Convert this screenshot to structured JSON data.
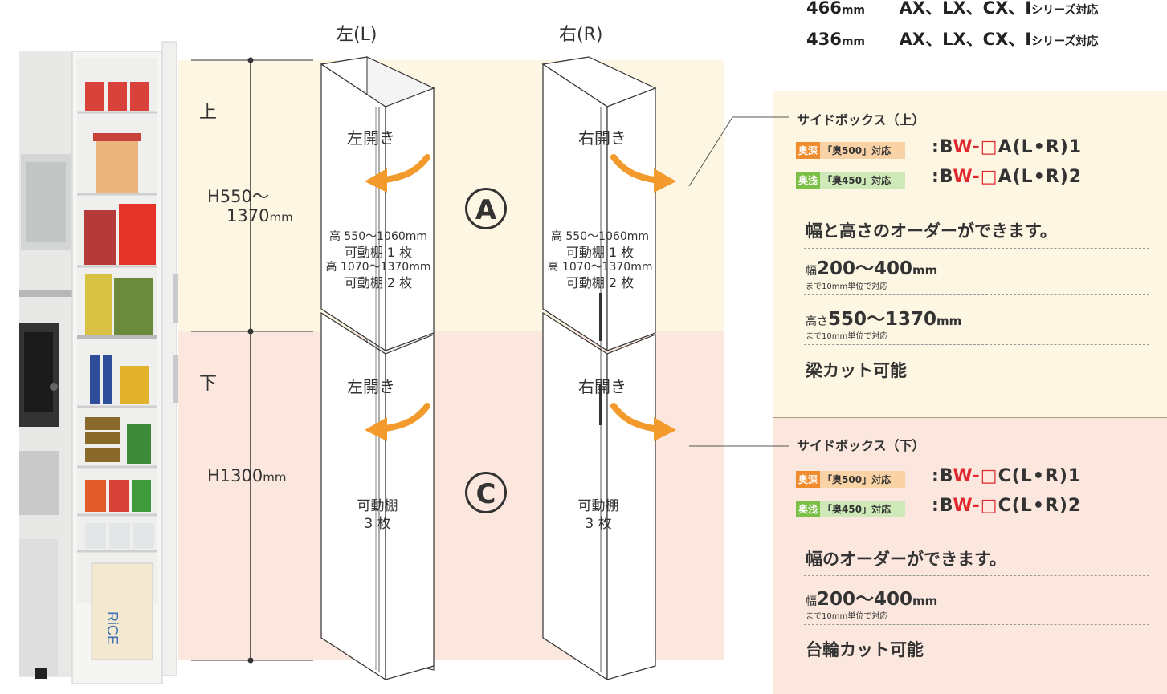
{
  "top_lines": [
    {
      "size": "466",
      "unit": "mm",
      "series": "AX、LX、CX、I",
      "suffix": "シリーズ対応"
    },
    {
      "size": "436",
      "unit": "mm",
      "series": "AX、LX、CX、I",
      "suffix": "シリーズ対応"
    }
  ],
  "columns": {
    "left": "左(L)",
    "right": "右(R)"
  },
  "sections": {
    "upper": "上",
    "lower": "下"
  },
  "dims": {
    "upper_line1": "H550〜",
    "upper_line2": "1370",
    "upper_unit": "mm",
    "lower": "H1300",
    "lower_unit": "mm"
  },
  "left_cab": {
    "upper_open": "左開き",
    "lower_open": "左開き",
    "spec1a": "高 550〜1060mm",
    "spec1b": "可動棚 1 枚",
    "spec2a": "高 1070〜1370mm",
    "spec2b": "可動棚 2 枚",
    "shelf_a": "可動棚",
    "shelf_b": "3 枚"
  },
  "right_cab": {
    "upper_open": "右開き",
    "lower_open": "右開き",
    "spec1a": "高 550〜1060mm",
    "spec1b": "可動棚 1 枚",
    "spec2a": "高 1070〜1370mm",
    "spec2b": "可動棚 2 枚",
    "shelf_a": "可動棚",
    "shelf_b": "3 枚"
  },
  "markers": {
    "a": "A",
    "c": "C"
  },
  "box_a": {
    "title": "サイドボックス（上）",
    "tag_deep": "奥深",
    "tag_deep_fit": "「奥500」対応",
    "tag_shallow": "奥浅",
    "tag_shallow_fit": "「奥450」対応",
    "code1_pre": ":B",
    "code1_red": "W",
    "code1_dash": "-",
    "code1_box": "□",
    "code1_post": "A(L•R)1",
    "code2_pre": ":B",
    "code2_red": "W",
    "code2_dash": "-",
    "code2_box": "□",
    "code2_post": "A(L•R)2",
    "heading": "幅と高さのオーダーができます。",
    "width_pre": "幅",
    "width_range": "200〜400",
    "width_unit": "mm",
    "width_note": "まで10mm単位で対応",
    "height_pre": "高さ",
    "height_range": "550〜1370",
    "height_unit": "mm",
    "height_note": "まで10mm単位で対応",
    "feature": "梁カット可能"
  },
  "box_c": {
    "title": "サイドボックス（下）",
    "tag_deep": "奥深",
    "tag_deep_fit": "「奥500」対応",
    "tag_shallow": "奥浅",
    "tag_shallow_fit": "「奥450」対応",
    "code1_pre": ":B",
    "code1_red": "W",
    "code1_dash": "-",
    "code1_box": "□",
    "code1_post": "C(L•R)1",
    "code2_pre": ":B",
    "code2_red": "W",
    "code2_dash": "-",
    "code2_box": "□",
    "code2_post": "C(L•R)2",
    "heading": "幅のオーダーができます。",
    "width_pre": "幅",
    "width_range": "200〜400",
    "width_unit": "mm",
    "width_note": "まで10mm単位で対応",
    "feature": "台輪カット可能"
  },
  "colors": {
    "upper_band": "#fdf6e3",
    "lower_band": "#fbe7dd",
    "arrow": "#f39a2c",
    "tag_deep": "#ef8b2c",
    "tag_shallow": "#7bbf46",
    "code_red": "#e0282e"
  },
  "photo_labels": {
    "rice": "RiCE"
  }
}
